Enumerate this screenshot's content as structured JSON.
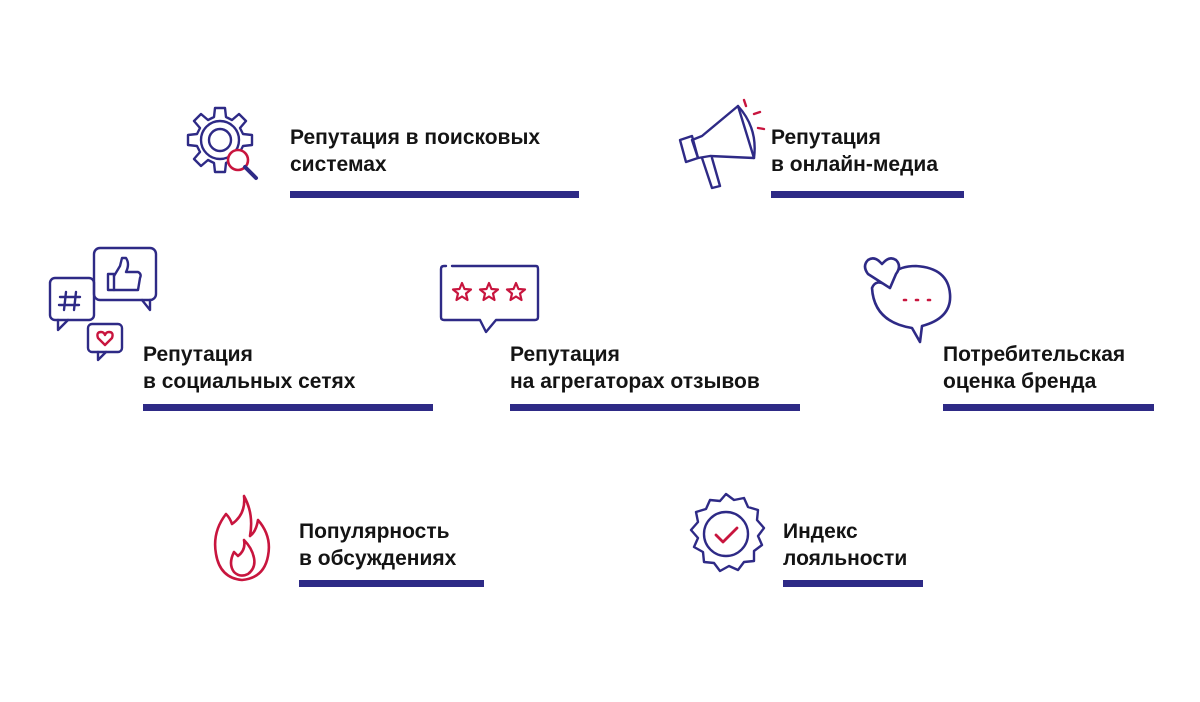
{
  "colors": {
    "icon_stroke": "#2e2a86",
    "accent": "#c8153e",
    "text": "#141414",
    "underline": "#2e2a86",
    "background": "#ffffff"
  },
  "items": [
    {
      "id": "search-reputation",
      "icon": "gear-magnifier-icon",
      "lines": [
        "Репутация в поисковых",
        "системах"
      ]
    },
    {
      "id": "media-reputation",
      "icon": "megaphone-icon",
      "lines": [
        "Репутация",
        "в онлайн-медиа"
      ]
    },
    {
      "id": "social-reputation",
      "icon": "social-chat-icon",
      "lines": [
        "Репутация",
        "в социальных сетях"
      ]
    },
    {
      "id": "aggregator-reputation",
      "icon": "star-rating-icon",
      "lines": [
        "Репутация",
        "на агрегаторах отзывов"
      ]
    },
    {
      "id": "brand-assessment",
      "icon": "heart-chat-icon",
      "lines": [
        "Потребительская",
        "оценка бренда"
      ]
    },
    {
      "id": "discussion-popularity",
      "icon": "flame-icon",
      "lines": [
        "Популярность",
        "в обсуждениях"
      ]
    },
    {
      "id": "loyalty-index",
      "icon": "badge-check-icon",
      "lines": [
        "Индекс",
        "лояльности"
      ]
    }
  ]
}
